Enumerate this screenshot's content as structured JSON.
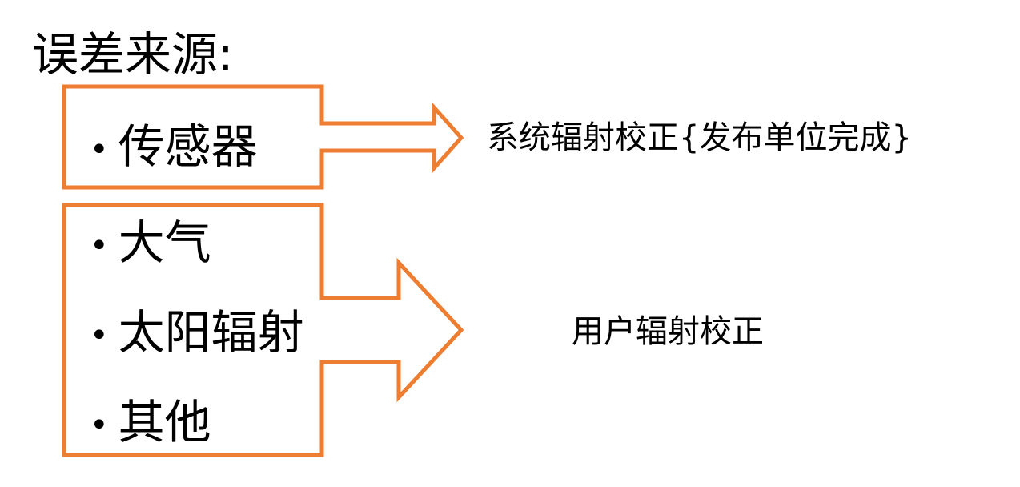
{
  "title": "误差来源:",
  "accent_color": "#ED7D31",
  "bullet_symbol": "•",
  "groups": [
    {
      "items": [
        "传感器"
      ],
      "result": "系统辐射校正{发布单位完成}"
    },
    {
      "items": [
        "大气",
        "太阳辐射",
        "其他"
      ],
      "result": "用户辐射校正"
    }
  ]
}
